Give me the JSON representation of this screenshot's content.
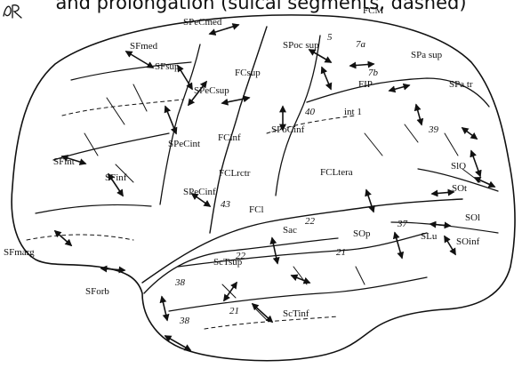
{
  "caption": "and prolongation (sulcal segments, dashed)",
  "labels": {
    "fcm": "FCM",
    "spe_cmed": "SPeCmed",
    "sf_med": "SFmed",
    "sf_sup": "SFsup",
    "spoc_sup": "SPoc sup",
    "spa_sup": "SPa sup",
    "fc_sup": "FCsup",
    "spe_csup": "SPeCsup",
    "fip": "FIP",
    "spa_tr": "SPa tr",
    "int1": "int 1",
    "spe_cint": "SPeCint",
    "fc_inf": "FCinf",
    "spo_cinf": "SPoCinf",
    "sf_int": "SFint",
    "sf_inf": "SFinf",
    "spe_cinf": "SPeCinf",
    "fcl_rctr": "FCLrctr",
    "fcl_tera": "FCLtera",
    "slo": "SlO",
    "sot": "SOt",
    "fcl": "FCl",
    "sac": "Sac",
    "sop": "SOp",
    "slu": "SLu",
    "sol": "SOl",
    "soinf": "SOinf",
    "sf_marg": "SFmarg",
    "sctsup": "ScTsup",
    "sf_orb": "SForb",
    "sctinf": "ScTinf"
  },
  "numbers": {
    "n5": "5",
    "n7a": "7a",
    "n7b": "7b",
    "n40": "40",
    "n39": "39",
    "n43": "43",
    "n22a": "22",
    "n22b": "22",
    "n21a": "21",
    "n37": "37",
    "n38a": "38",
    "n38b": "38",
    "n21b": "21"
  }
}
